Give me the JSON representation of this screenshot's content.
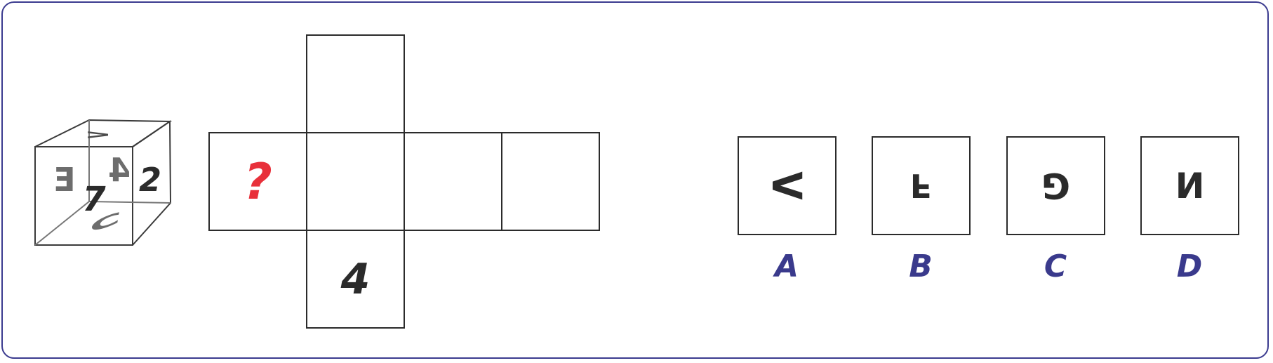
{
  "cube": {
    "front_face": "E",
    "front_overlay": "7",
    "center_face": "4",
    "right_face": "2",
    "top_face": "V",
    "bottom_face": "C"
  },
  "net": {
    "question_mark": "?",
    "bottom_face": "4"
  },
  "options": [
    {
      "label": "A",
      "glyph": "V"
    },
    {
      "label": "B",
      "glyph": "F"
    },
    {
      "label": "C",
      "glyph": "G"
    },
    {
      "label": "D",
      "glyph": "N"
    }
  ],
  "colors": {
    "frame": "#3b3b8f",
    "question_mark": "#e8303a",
    "option_label": "#3a3a8c",
    "glyph_dark": "#2b2b2b",
    "glyph_gray": "#6d6d6d"
  }
}
